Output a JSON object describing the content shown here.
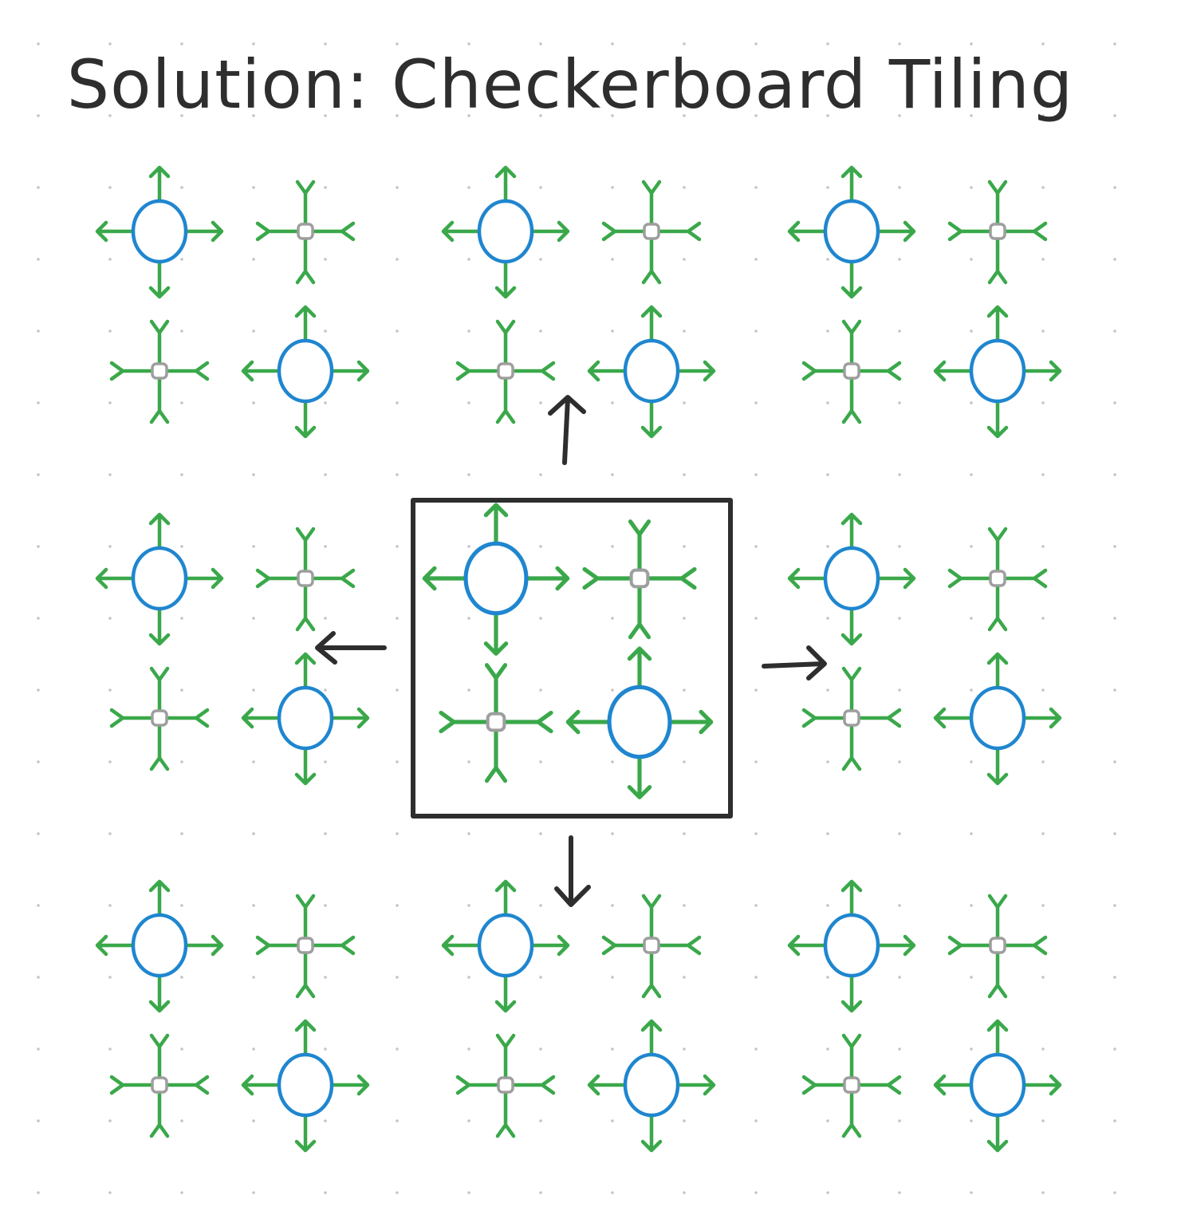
{
  "title": "Solution: Checkerboard Tiling",
  "colors": {
    "background": "#ffffff",
    "grid_dot": "#c4c4c4",
    "ink": "#2e2e2e",
    "source_circle": "#1f86cf",
    "sink_square": "#9e9e9e",
    "arrow": "#3aa84a"
  },
  "legend_free": true,
  "tiling": {
    "tile_rows": 3,
    "tile_cols": 3,
    "center_tile": "row 2, col 2",
    "center_tile_highlighted": true,
    "cell_pattern": [
      [
        "source",
        "sink"
      ],
      [
        "sink",
        "source"
      ]
    ],
    "source_symbol": "blue-circle-with-outward-arrows",
    "sink_symbol": "gray-square-with-inward-arrows",
    "repeat_directions": [
      "up",
      "left",
      "right",
      "down"
    ]
  }
}
